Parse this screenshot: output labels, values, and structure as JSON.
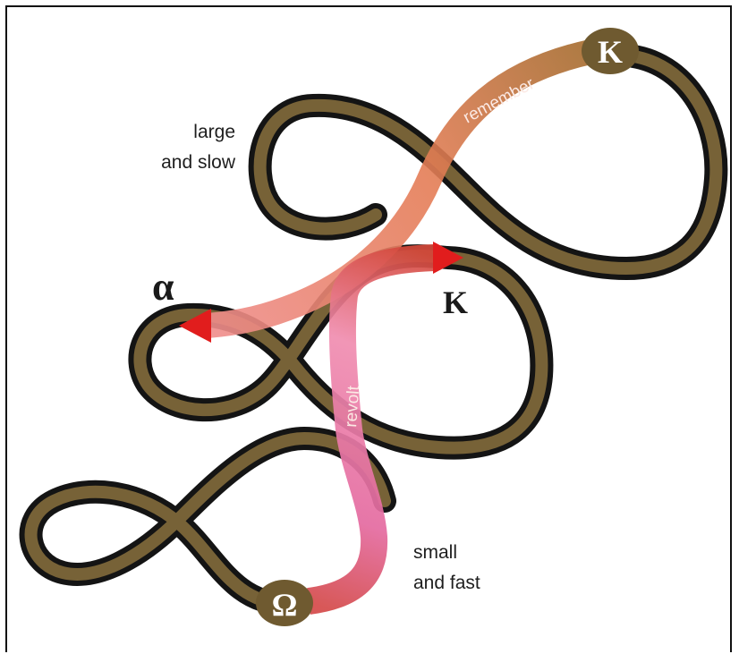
{
  "diagram": {
    "scale_labels": {
      "large": [
        "large",
        "and slow"
      ],
      "small": [
        "small",
        "and fast"
      ]
    },
    "path_labels": {
      "remember": "remember",
      "revolt": "revolt"
    },
    "phase_symbols": {
      "omega": "Ω",
      "alpha": "α",
      "k_upper": "K",
      "k_middle": "K"
    },
    "colors": {
      "loop_ribbon": "#776237",
      "loop_shadow": "#111111",
      "remember_arrow": [
        "#f4a0a0",
        "#e07a50",
        "#a86f2a"
      ],
      "revolt_arrow": [
        "#e8779b",
        "#f08aab",
        "#d0473b"
      ],
      "arrow_head": "#e11d1d",
      "badge": "#6f5a30"
    }
  }
}
